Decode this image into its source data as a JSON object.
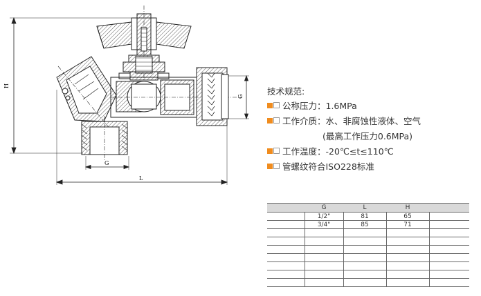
{
  "drawing": {
    "dim_labels": {
      "H": "H",
      "L": "L",
      "G_bottom": "G",
      "G_right": "G"
    }
  },
  "specs": {
    "title": "技术规范:",
    "nominal_pressure": "公称压力：1.6MPa",
    "medium": "工作介质：水、非腐蚀性液体、空气",
    "medium_note": "(最高工作压力0.6MPa)",
    "temperature": "工作温度：-20℃≤t≤110℃",
    "thread": "管螺纹符合ISO228标准",
    "colors": {
      "bullet": "#f08c1e"
    }
  },
  "table": {
    "headers": [
      "",
      "G",
      "L",
      "H",
      ""
    ],
    "rows": [
      [
        "",
        "1/2\"",
        "81",
        "65",
        ""
      ],
      [
        "",
        "3/4\"",
        "85",
        "71",
        ""
      ],
      [
        "",
        "",
        "",
        "",
        ""
      ],
      [
        "",
        "",
        "",
        "",
        ""
      ],
      [
        "",
        "",
        "",
        "",
        ""
      ],
      [
        "",
        "",
        "",
        "",
        ""
      ],
      [
        "",
        "",
        "",
        "",
        ""
      ],
      [
        "",
        "",
        "",
        "",
        ""
      ],
      [
        "",
        "",
        "",
        "",
        ""
      ]
    ]
  }
}
